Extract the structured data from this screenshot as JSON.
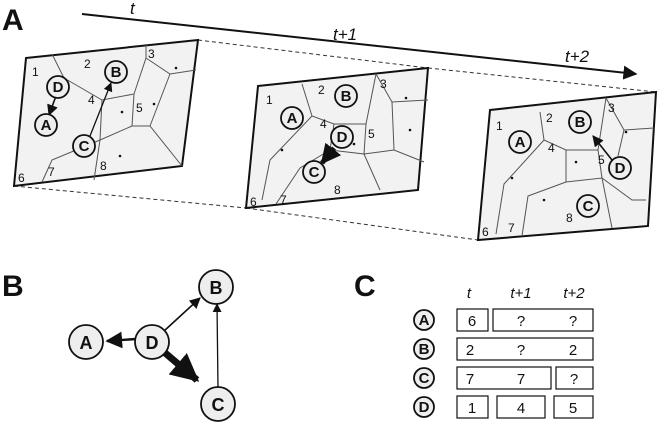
{
  "panels": {
    "a": "A",
    "b": "B",
    "c": "C"
  },
  "timeline": {
    "t0": "t",
    "t1": "t+1",
    "t2": "t+2"
  },
  "cells": {
    "c1": "1",
    "c2": "2",
    "c3": "3",
    "c4": "4",
    "c5": "5",
    "c6": "6",
    "c7": "7",
    "c8": "8"
  },
  "agents": {
    "A": "A",
    "B": "B",
    "C": "C",
    "D": "D"
  },
  "table": {
    "headers": [
      "t",
      "t+1",
      "t+2"
    ],
    "rows": [
      {
        "label": "A",
        "values": [
          "6",
          "?",
          "?"
        ]
      },
      {
        "label": "B",
        "values": [
          "2",
          "?",
          "2"
        ]
      },
      {
        "label": "C",
        "values": [
          "7",
          "7",
          "?"
        ]
      },
      {
        "label": "D",
        "values": [
          "1",
          "4",
          "5"
        ]
      }
    ]
  },
  "colors": {
    "cell_fill": "#f2f2f2",
    "node_fill": "#eeeeee",
    "stroke": "#111111"
  }
}
